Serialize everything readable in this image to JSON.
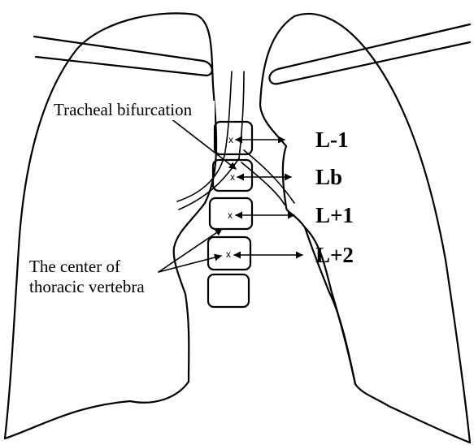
{
  "labels": {
    "tracheal_bifurcation": "Tracheal bifurcation",
    "vertebra_center_line1": "The center of",
    "vertebra_center_line2": "thoracic vertebra"
  },
  "levels": [
    "L-1",
    "Lb",
    "L+1",
    "L+2"
  ],
  "center_mark": "x"
}
